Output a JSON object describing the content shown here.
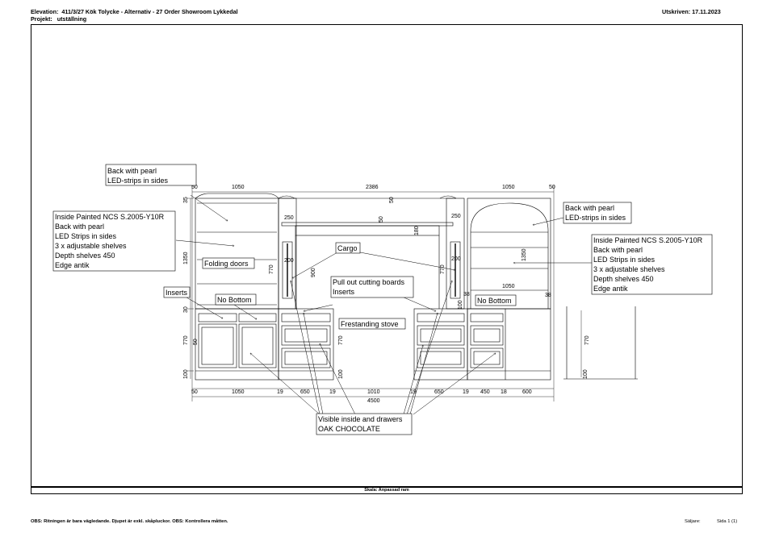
{
  "header": {
    "elevation_label": "Elevation:",
    "elevation_value": "411/3/27  Kök Tolycke - Alternativ - 27 Order Showroom Lykkedal",
    "project_label": "Projekt:",
    "project_value": "utställning",
    "printed": "Utskriven: 17.11.2023"
  },
  "footer": {
    "scale": "Skala: Anpassad ram",
    "note": "OBS: Ritningen är bara vägledande. Djupet är exkl. skåpluckor. OBS: Kontrollera måtten.",
    "seller_label": "Säljare:",
    "page": "Sida 1 (1)"
  },
  "dimensions": {
    "top": [
      "50",
      "1050",
      "2386",
      "1050",
      "50"
    ],
    "bottom": [
      "50",
      "1050",
      "19",
      "650",
      "19",
      "1010",
      "19",
      "650",
      "19",
      "450",
      "18",
      "600"
    ],
    "total": "4500",
    "left_verticals": [
      "35",
      "1350",
      "30",
      "770",
      "100"
    ],
    "center": [
      "250",
      "250",
      "50",
      "180",
      "50",
      "200",
      "200",
      "770",
      "770",
      "900",
      "38",
      "100"
    ],
    "right": [
      "1350",
      "1050",
      "38",
      "770",
      "100"
    ]
  },
  "callouts": {
    "back_pearl_left": [
      "Back with pearl",
      "LED-strips in sides"
    ],
    "inside_left": [
      "Inside Painted NCS S.2005-Y10R",
      "Back with pearl",
      "LED Strips in sides",
      "3 x adjustable shelves",
      "Depth shelves 450",
      "Edge antik"
    ],
    "folding_doors": "Folding doors",
    "cargo": "Cargo",
    "inserts_left": "Inserts",
    "no_bottom_left": "No Bottom",
    "pullout": [
      "Pull out cutting boards",
      "Inserts"
    ],
    "no_bottom_right": "No Bottom",
    "back_pearl_right": [
      "Back with pearl",
      "LED-strips in sides"
    ],
    "inside_right": [
      "Inside Painted NCS S.2005-Y10R",
      "Back with pearl",
      "LED Strips in sides",
      "3 x adjustable shelves",
      "Depth shelves 450",
      "Edge antik"
    ],
    "stove": "Frestanding stove",
    "visible": [
      "Visible inside and drawers",
      "OAK CHOCOLATE"
    ]
  }
}
